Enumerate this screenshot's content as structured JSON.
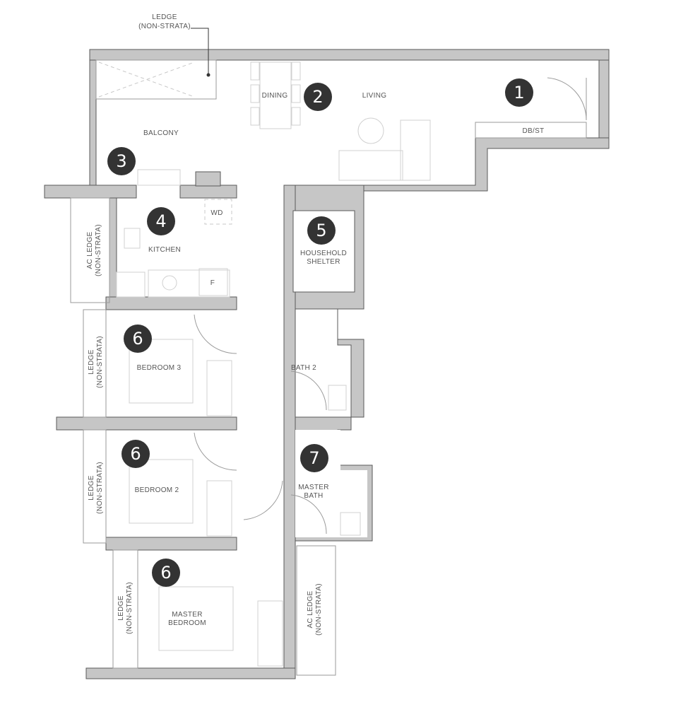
{
  "labels": {
    "ledge_top_1": "LEDGE",
    "ledge_top_2": "(NON-STRATA)",
    "dining": "DINING",
    "living": "LIVING",
    "dbst": "DB/ST",
    "balcony": "BALCONY",
    "wd": "WD",
    "kitchen": "KITCHEN",
    "fridge": "F",
    "ac_ledge_kitchen_1": "AC LEDGE",
    "ac_ledge_kitchen_2": "(NON-STRATA)",
    "shelter_1": "HOUSEHOLD",
    "shelter_2": "SHELTER",
    "bath2": "BATH 2",
    "bedroom3": "BEDROOM 3",
    "ledge_b3_1": "LEDGE",
    "ledge_b3_2": "(NON-STRATA)",
    "bedroom2": "BEDROOM 2",
    "ledge_b2_1": "LEDGE",
    "ledge_b2_2": "(NON-STRATA)",
    "master_bath_1": "MASTER",
    "master_bath_2": "BATH",
    "master_bedroom_1": "MASTER",
    "master_bedroom_2": "BEDROOM",
    "ledge_mb_1": "LEDGE",
    "ledge_mb_2": "(NON-STRATA)",
    "ac_ledge_mb_1": "AC LEDGE",
    "ac_ledge_mb_2": "(NON-STRATA)"
  },
  "markers": {
    "m1": "1",
    "m2": "2",
    "m3": "3",
    "m4": "4",
    "m5": "5",
    "m6a": "6",
    "m6b": "6",
    "m6c": "6",
    "m7": "7"
  },
  "colors": {
    "wall": "#c6c6c6",
    "marker": "#333333"
  }
}
